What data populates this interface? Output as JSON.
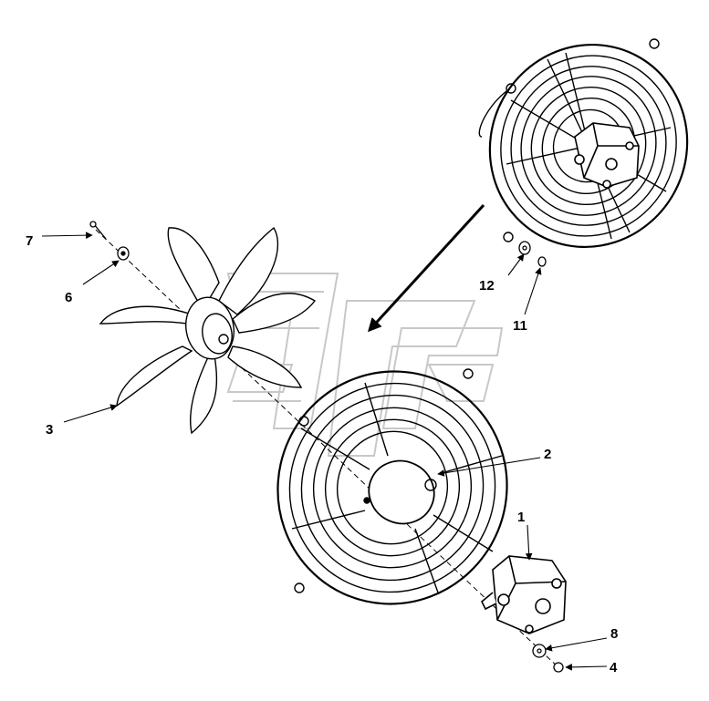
{
  "diagram": {
    "callouts": {
      "c1": "1",
      "c2": "2",
      "c3": "3",
      "c4": "4",
      "c6": "6",
      "c7": "7",
      "c8": "8",
      "c11": "11",
      "c12": "12"
    }
  },
  "colors": {
    "line": "#000000",
    "watermark": "#c8c8c8",
    "background": "#ffffff"
  }
}
